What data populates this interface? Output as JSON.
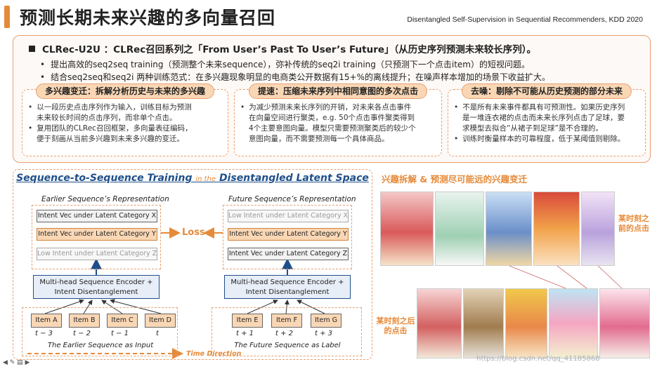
{
  "header": {
    "title": "预测长期未来兴趣的多向量召回",
    "citation": "Disentangled Self-Supervision in Sequential Recommenders, KDD 2020"
  },
  "summary": {
    "main": "CLRec-U2U ：CLRec召回系列之「From User’s Past To User’s Future」（从历史序列预测未来较长序列）。",
    "bullets": [
      "提出高效的seq2seq training（预测整个未来sequence），弥补传统的seq2i training（只预测下一个点击item）的短视问题。",
      "结合seq2seq和seq2i 两种训练范式：在多兴趣现象明显的电商类公开数据有15+%的离线提升；在噪声样本增加的场景下收益扩大。"
    ]
  },
  "cards": [
    {
      "title": "多兴趣变迁：拆解分析历史与未来的多兴趣",
      "lines": [
        {
          "t": "以一段历史点击序列作为输入，训练目标为预测",
          "b": true
        },
        {
          "t": "未来较长时间的点击序列，而非单个点击。",
          "b": false
        },
        {
          "t": "复用团队的CLRec召回框架，多向量表征编码，",
          "b": true
        },
        {
          "t": "便于刻画从当前多兴趣到未来多兴趣的变迁。",
          "b": false
        }
      ]
    },
    {
      "title": "提速：压缩未来序列中相同意图的多次点击",
      "lines": [
        {
          "t": "为减少预测未来长序列的开销，对未来各点击事件",
          "b": true
        },
        {
          "t": "在向量空间进行聚类，e.g. 50个点击事件聚类得到",
          "b": false
        },
        {
          "t": "4个主要意图向量。模型只需要预测聚类后的较少个",
          "b": false
        },
        {
          "t": "意图向量，而不需要预测每一个具体商品。",
          "b": false
        }
      ]
    },
    {
      "title": "去噪：剔除不可能从历史预测的部分未来",
      "lines": [
        {
          "t": "不是所有未来事件都具有可预测性。如果历史序列",
          "b": true
        },
        {
          "t": "是一堆连衣裙的点击而未来长序列点击了足球，要",
          "b": false
        },
        {
          "t": "求模型去拟合“从裙子到足球”是不合理的。",
          "b": false
        },
        {
          "t": "训练时衡量样本的可靠程度，低于某阈值则剔除。",
          "b": true
        }
      ]
    }
  ],
  "diagram": {
    "title_main": "Sequence-to-Sequence Training",
    "title_mid": "in the",
    "title_tail": "Disentangled Latent Space",
    "left": {
      "caption": "Earlier Sequence’s Representation",
      "vecs": [
        "Intent Vec under Latent Category X",
        "Intent Vec under Latent Category Y",
        "Low Intent under Latent Category Z"
      ],
      "encoder": "Multi-head Sequence Encoder + Intent Disentanglement",
      "items": [
        "Item A",
        "Item B",
        "Item C",
        "Item D"
      ],
      "times": [
        "t − 3",
        "t − 2",
        "t − 1",
        "t"
      ],
      "group_caption": "The Earlier Sequence as Input"
    },
    "right": {
      "caption": "Future Sequence’s Representation",
      "vecs": [
        "Low Intent under Latent Category X",
        "Intent Vec under Latent Category Y",
        "Intent Vec under Latent Category Z"
      ],
      "encoder": "Multi-head Sequence Encoder + Intent Disentanglement",
      "items": [
        "Item E",
        "Item F",
        "Item G"
      ],
      "times": [
        "t + 1",
        "t + 2",
        "t + 3"
      ],
      "group_caption": "The Future Sequence as Label"
    },
    "loss": "Loss",
    "time": "Time Direction"
  },
  "images": {
    "title": "兴趣拆解 & 预测尽可能远的兴趣变迁",
    "label_before": "某时刻之前的点击",
    "label_after": "某时刻之后的点击"
  },
  "watermark": "https://blog.csdn.net/qq_41185868",
  "colors": {
    "accent": "#e58a3a",
    "blue": "#1f4f8a",
    "pill": "#f9d7b5"
  }
}
